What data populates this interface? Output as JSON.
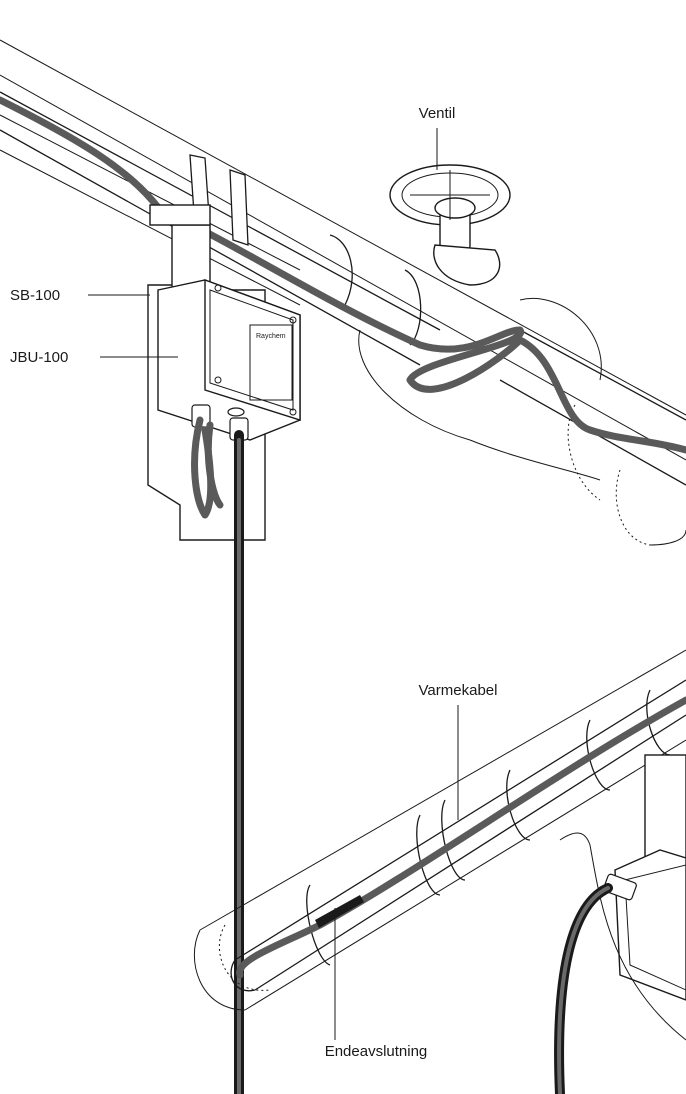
{
  "labels": {
    "valve": "Ventil",
    "support_bracket": "SB-100",
    "junction_box": "JBU-100",
    "heating_cable": "Varmekabel",
    "end_seal": "Endeavslutning"
  },
  "box_brand": "Raychem",
  "colors": {
    "line": "#1a1a1a",
    "cable": "#5a5a5a",
    "background": "#ffffff"
  }
}
